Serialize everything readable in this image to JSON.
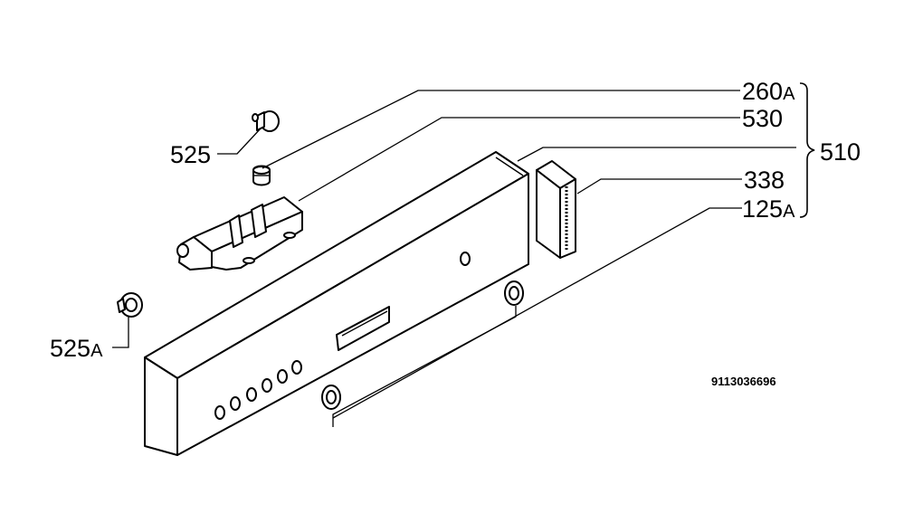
{
  "diagram": {
    "callouts": {
      "c260": {
        "num": "260",
        "suffix": "A"
      },
      "c530": {
        "num": "530",
        "suffix": ""
      },
      "c510": {
        "num": "510",
        "suffix": ""
      },
      "c338": {
        "num": "338",
        "suffix": ""
      },
      "c125": {
        "num": "125",
        "suffix": "A"
      },
      "c525": {
        "num": "525",
        "suffix": ""
      },
      "c525a": {
        "num": "525",
        "suffix": "A"
      }
    },
    "document_number": "9113036696"
  }
}
